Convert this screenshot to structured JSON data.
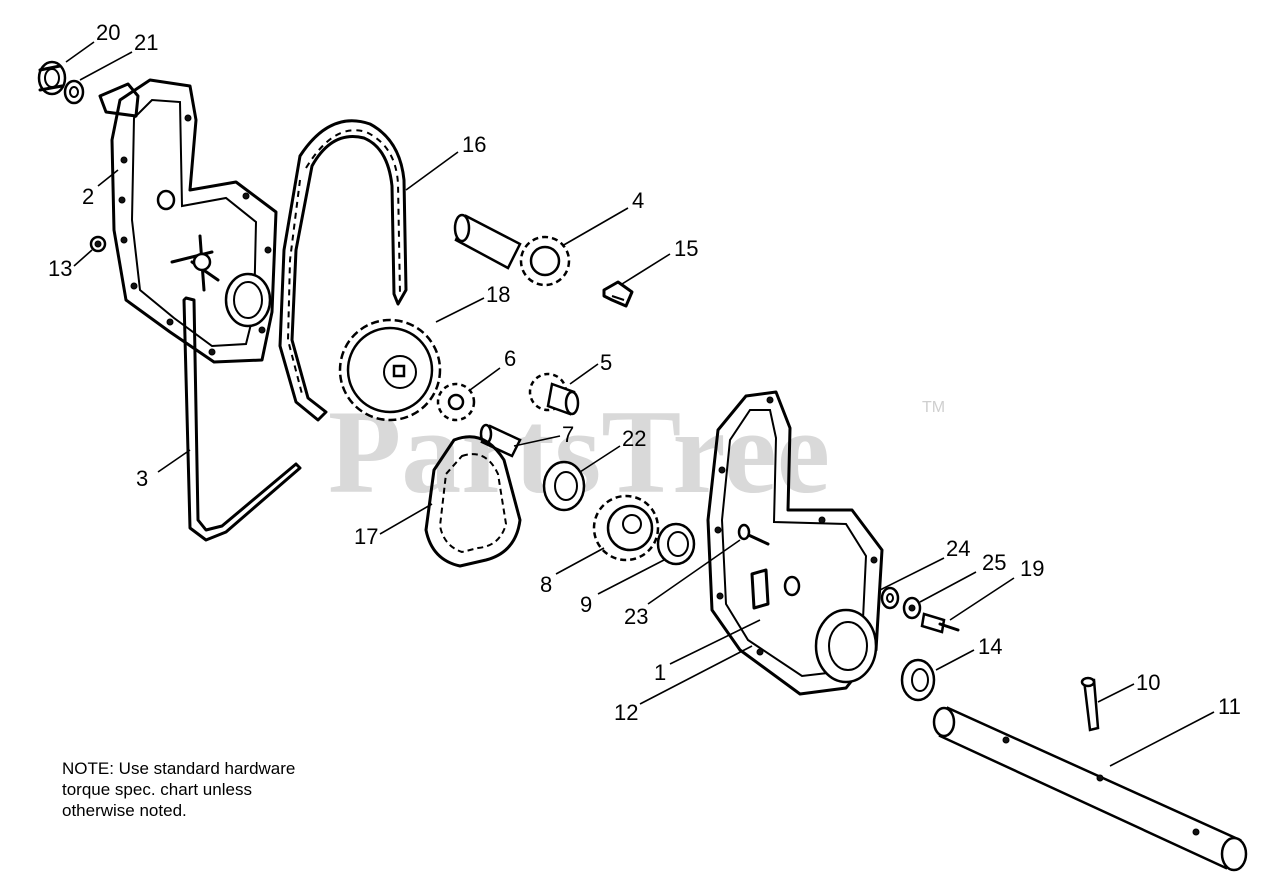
{
  "watermark": {
    "text": "PartsTree",
    "trademark": "TM"
  },
  "callouts": [
    "1",
    "2",
    "3",
    "4",
    "5",
    "6",
    "7",
    "8",
    "9",
    "10",
    "11",
    "12",
    "13",
    "14",
    "15",
    "16",
    "17",
    "18",
    "19",
    "20",
    "21",
    "22",
    "23",
    "24",
    "25"
  ],
  "note": {
    "line1": "NOTE: Use standard hardware",
    "line2": "torque spec. chart unless",
    "line3": "otherwise noted."
  }
}
